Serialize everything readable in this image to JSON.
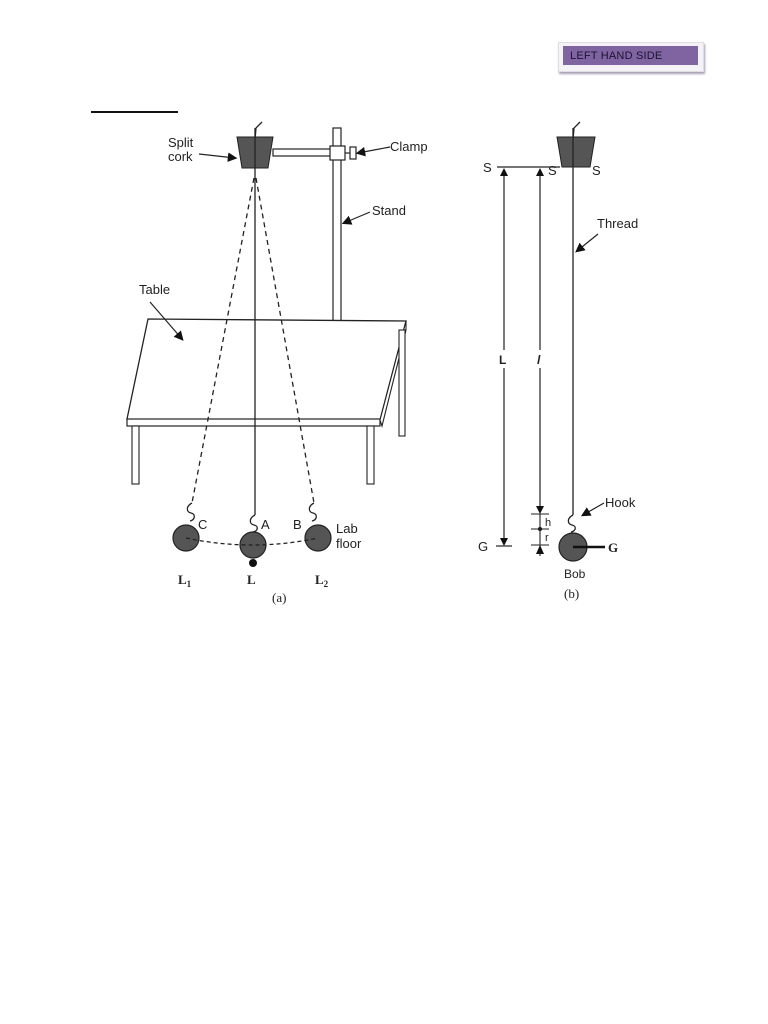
{
  "page": {
    "side_tag": "LEFT HAND SIDE"
  },
  "figure": {
    "panel_a": {
      "caption": "(a)",
      "labels": {
        "split_cork": [
          "Split",
          "cork"
        ],
        "clamp": "Clamp",
        "stand": "Stand",
        "table": "Table",
        "lab_floor": [
          "Lab",
          "floor"
        ],
        "point_c": "C",
        "point_a": "A",
        "point_b": "B",
        "pos_l1": "L",
        "pos_l1_sub": "1",
        "pos_l": "L",
        "pos_l2": "L",
        "pos_l2_sub": "2"
      }
    },
    "panel_b": {
      "caption": "(b)",
      "labels": {
        "s_left": "S",
        "s_mid": "S",
        "s_right": "S",
        "thread": "Thread",
        "length_L": "L",
        "length_l": "l",
        "hook": "Hook",
        "h": "h",
        "r": "r",
        "g_left": "G",
        "g_right": "G",
        "bob": "Bob"
      }
    }
  }
}
